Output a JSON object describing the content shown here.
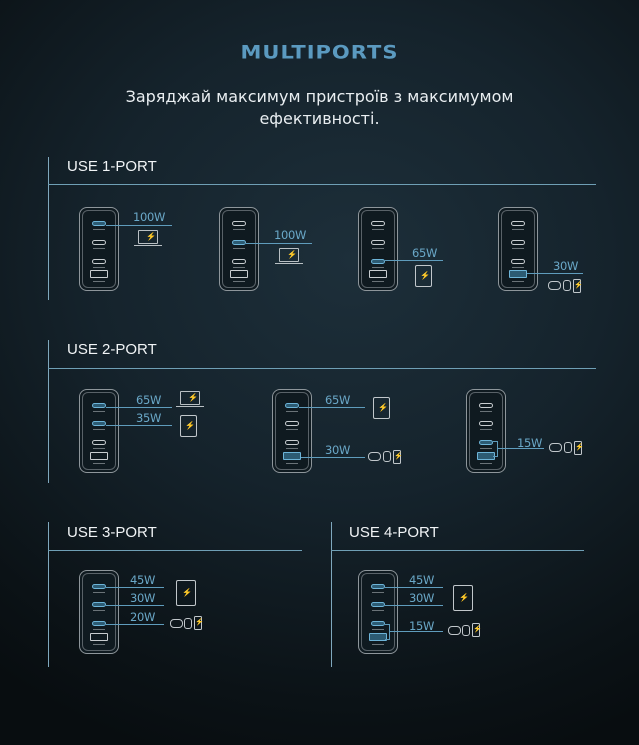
{
  "header": {
    "title": "MULTIPORTS",
    "subtitle_line1": "Заряджай максимум пристроїв з максимумом",
    "subtitle_line2": "ефективності."
  },
  "colors": {
    "title": "#5b9ac0",
    "accent_line": "#5f9cbc",
    "background_dark": "#0b1216"
  },
  "sections": {
    "one_port": {
      "label": "USE 1-PORT",
      "configs": [
        {
          "port": "USB-C1",
          "watt": "100W",
          "device": "laptop"
        },
        {
          "port": "USB-C2",
          "watt": "100W",
          "device": "laptop"
        },
        {
          "port": "USB-C3",
          "watt": "65W",
          "device": "tablet"
        },
        {
          "port": "USB-A",
          "watt": "30W",
          "device": "earbuds-watch-phone"
        }
      ]
    },
    "two_port": {
      "label": "USE 2-PORT",
      "configs": [
        {
          "outputs": [
            {
              "port": "USB-C1",
              "watt": "65W",
              "device": "laptop"
            },
            {
              "port": "USB-C2",
              "watt": "35W",
              "device": "tablet"
            }
          ]
        },
        {
          "outputs": [
            {
              "port": "USB-C1",
              "watt": "65W",
              "device": "tablet"
            },
            {
              "port": "USB-A",
              "watt": "30W",
              "device": "earbuds-watch-phone"
            }
          ]
        },
        {
          "outputs": [
            {
              "port": "USB-C3 + USB-A",
              "watt": "15W",
              "device": "earbuds-watch-phone"
            }
          ]
        }
      ]
    },
    "three_port": {
      "label": "USE 3-PORT",
      "outputs": [
        {
          "port": "USB-C1",
          "watt": "45W",
          "device": "tablet"
        },
        {
          "port": "USB-C2",
          "watt": "30W",
          "device": "tablet"
        },
        {
          "port": "USB-C3",
          "watt": "20W",
          "device": "earbuds-watch-phone"
        }
      ]
    },
    "four_port": {
      "label": "USE 4-PORT",
      "outputs": [
        {
          "port": "USB-C1",
          "watt": "45W",
          "device": "tablet"
        },
        {
          "port": "USB-C2",
          "watt": "30W",
          "device": "tablet"
        },
        {
          "port": "USB-C3 + USB-A",
          "watt": "15W",
          "device": "earbuds-watch-phone"
        }
      ]
    }
  }
}
